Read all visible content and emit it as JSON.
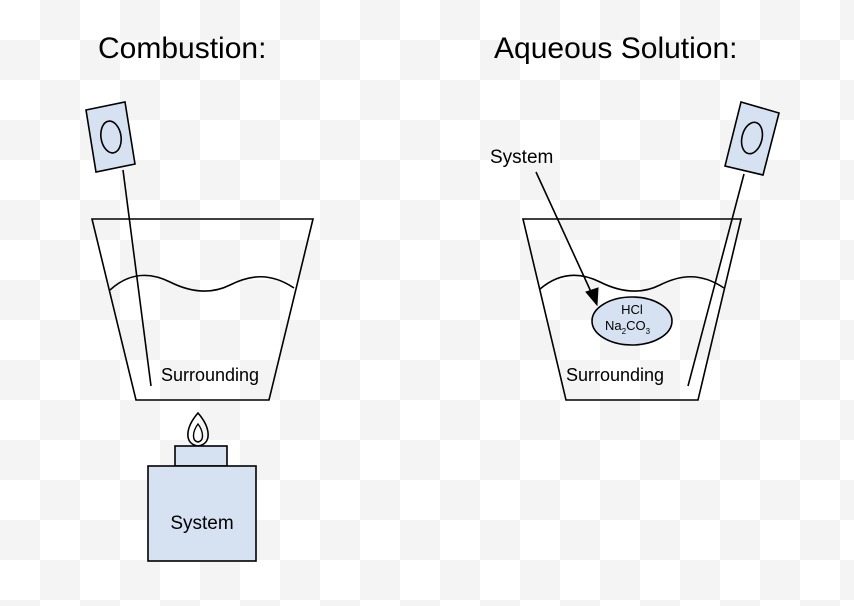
{
  "colors": {
    "fill_blue": "#d6e2f2",
    "stroke": "#000000"
  },
  "combustion": {
    "title": "Combustion:",
    "surrounding_label": "Surrounding",
    "system_label": "System"
  },
  "aqueous": {
    "title": "Aqueous Solution:",
    "surrounding_label": "Surrounding",
    "system_label": "System",
    "reactant_1": "HCl",
    "reactant_2_na": "Na",
    "reactant_2_sub1": "2",
    "reactant_2_co": "CO",
    "reactant_2_sub2": "3"
  }
}
